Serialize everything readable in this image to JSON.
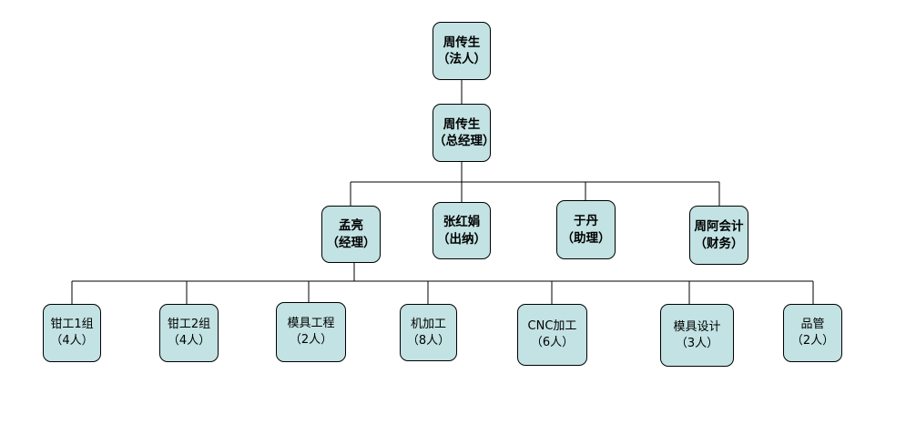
{
  "org_chart": {
    "top": [
      {
        "name": "周传生",
        "role": "（法人）"
      },
      {
        "name": "周传生",
        "role": "（总经理）"
      }
    ],
    "level2": [
      {
        "name": "孟亮",
        "role": "（经理）"
      },
      {
        "name": "张红娟",
        "role": "（出纳）"
      },
      {
        "name": "于丹",
        "role": "（助理）"
      },
      {
        "name": "周阿会计",
        "role": "（财务）"
      }
    ],
    "level3": [
      {
        "name": "钳工1组",
        "role": "（4人）"
      },
      {
        "name": "钳工2组",
        "role": "（4人）"
      },
      {
        "name": "模具工程",
        "role": "（2人）"
      },
      {
        "name": "机加工",
        "role": "（8人）"
      },
      {
        "name": "CNC加工",
        "role": "（6人）"
      },
      {
        "name": "模具设计",
        "role": "（3人）"
      },
      {
        "name": "品管",
        "role": "（2人）"
      }
    ],
    "colors": {
      "box_fill": "#c3e2e3",
      "box_border": "#000000",
      "line": "#000000"
    }
  }
}
